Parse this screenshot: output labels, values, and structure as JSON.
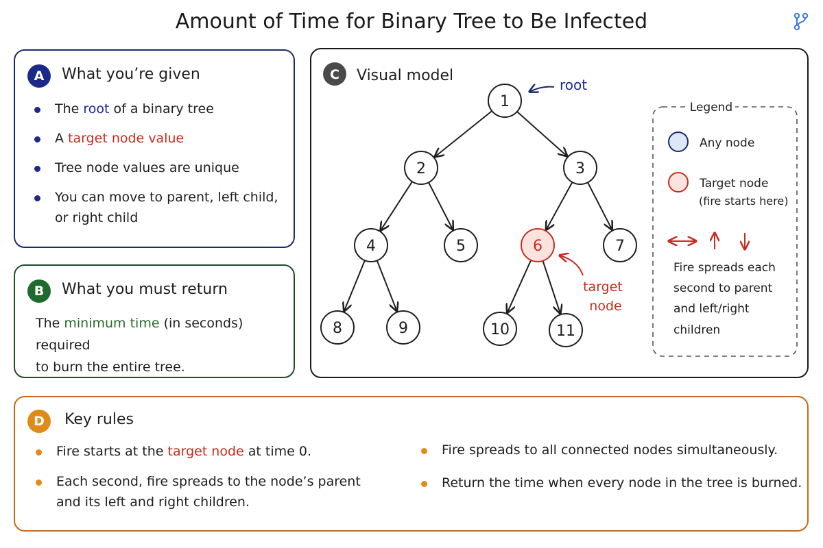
{
  "title": "Amount of Time for Binary Tree to Be Infected",
  "icon": "git-branch-icon",
  "colors": {
    "blue": "#1b2a8a",
    "green": "#1f6a2e",
    "gray": "#4a4a4a",
    "orange": "#e08a1a",
    "target": "#c62d1e",
    "node_fill": "#ffffff",
    "any_node_fill": "#dbe8f7",
    "target_legend_fill": "#fde3de"
  },
  "panel_a": {
    "letter": "A",
    "heading": "What you’re given",
    "items": [
      {
        "pre": "The ",
        "hl": "root",
        "post": " of a binary tree"
      },
      {
        "pre": "A ",
        "hl": "target node value",
        "post": ""
      },
      {
        "pre": "Tree node values are unique",
        "hl": "",
        "post": ""
      },
      {
        "pre": "You can move to parent, left child,",
        "hl": "",
        "post": "",
        "line2": "or right child"
      }
    ]
  },
  "panel_b": {
    "letter": "B",
    "heading": "What you must return",
    "pre": "The ",
    "hl": "minimum time",
    "post": " (in seconds) required",
    "line2": "to burn the entire tree."
  },
  "panel_c": {
    "letter": "C",
    "heading": "Visual model",
    "root_label": "root",
    "target_label_1": "target",
    "target_label_2": "node",
    "nodes": [
      "1",
      "2",
      "3",
      "4",
      "5",
      "6",
      "7",
      "8",
      "9",
      "10",
      "11"
    ],
    "target_node": "6",
    "edges": [
      [
        "1",
        "2"
      ],
      [
        "1",
        "3"
      ],
      [
        "2",
        "4"
      ],
      [
        "2",
        "5"
      ],
      [
        "3",
        "6"
      ],
      [
        "3",
        "7"
      ],
      [
        "4",
        "8"
      ],
      [
        "4",
        "9"
      ],
      [
        "6",
        "10"
      ],
      [
        "6",
        "11"
      ]
    ],
    "legend": {
      "title": "Legend",
      "any_node": "Any node",
      "target_node": "Target node",
      "target_note": "(fire starts here)",
      "spread_lines": [
        "Fire spreads each",
        "second to parent",
        "and left/right",
        "children"
      ]
    }
  },
  "panel_d": {
    "letter": "D",
    "heading": "Key rules",
    "left_items": [
      {
        "pre": "Fire starts at the ",
        "hl": "target node",
        "post": " at time 0."
      },
      {
        "pre": "Each second, fire spreads to the node’s parent",
        "hl": "",
        "post": "",
        "line2": "and its left and right children."
      }
    ],
    "right_items": [
      {
        "text": "Fire spreads to all connected nodes simultaneously."
      },
      {
        "text": "Return the time when every node in the tree is burned."
      }
    ]
  }
}
